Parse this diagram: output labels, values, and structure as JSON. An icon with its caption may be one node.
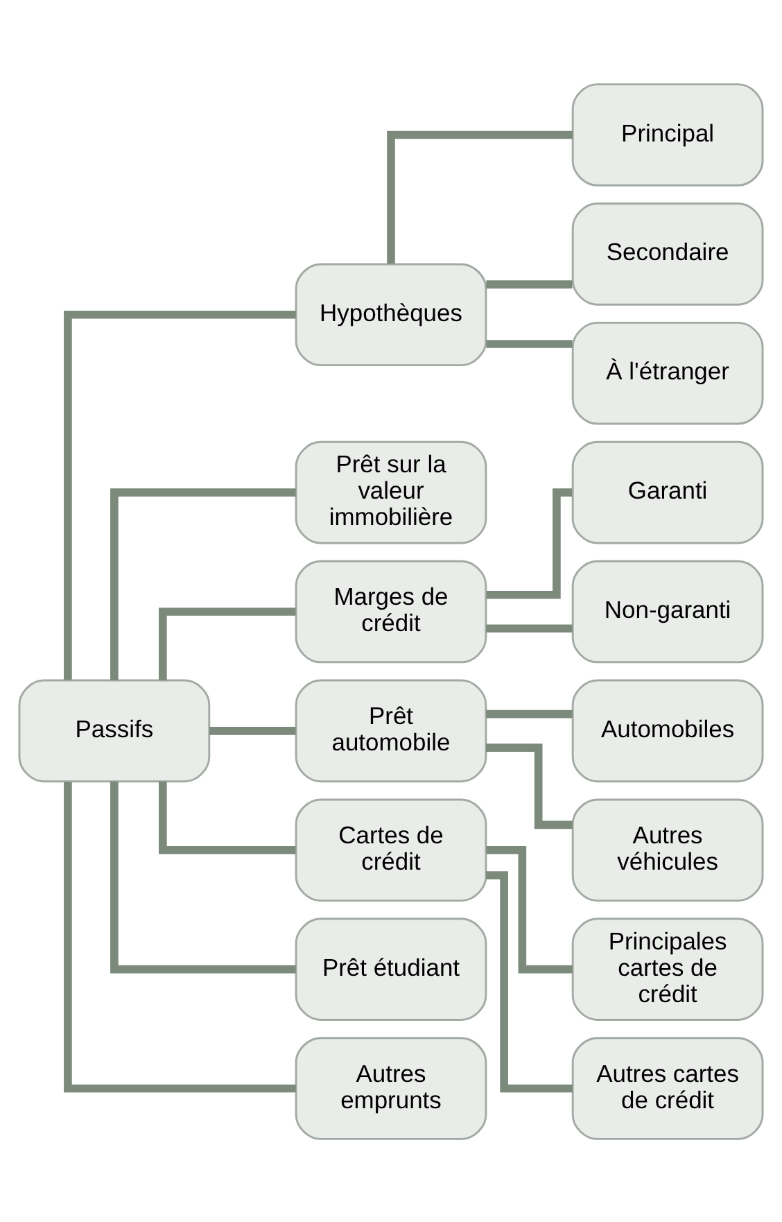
{
  "diagram": {
    "nodes": [
      {
        "text": [
          "Passifs"
        ]
      },
      {
        "text": [
          "Hypothèques"
        ]
      },
      {
        "text": [
          "Principal"
        ]
      },
      {
        "text": [
          "Secondaire"
        ]
      },
      {
        "text": [
          "À l'étranger"
        ]
      },
      {
        "text": [
          "Prêt sur la valeur immobilière"
        ]
      },
      {
        "text": [
          "Marges de crédit"
        ]
      },
      {
        "text": [
          "Garanti"
        ]
      },
      {
        "text": [
          "Non-garanti"
        ]
      },
      {
        "text": [
          "Prêt automobile"
        ]
      },
      {
        "text": [
          "Automobiles"
        ]
      },
      {
        "text": [
          "Autres véhicules"
        ]
      },
      {
        "text": [
          "Cartes de crédit"
        ]
      },
      {
        "text": [
          "Principales cartes de crédit"
        ]
      },
      {
        "text": [
          "Autres cartes de crédit"
        ]
      },
      {
        "text": [
          "Prêt étudiant"
        ]
      },
      {
        "text": [
          "Autres emprunts"
        ]
      }
    ],
    "edges": [
      {
        "from": 0,
        "to": 1,
        "arrow": "none"
      },
      {
        "from": 1,
        "to": 2,
        "arrow": "none"
      },
      {
        "from": 1,
        "to": 3,
        "arrow": "none"
      },
      {
        "from": 1,
        "to": 4,
        "arrow": "none"
      },
      {
        "from": 0,
        "to": 5,
        "arrow": "none"
      },
      {
        "from": 0,
        "to": 6,
        "arrow": "none"
      },
      {
        "from": 6,
        "to": 7,
        "arrow": "none"
      },
      {
        "from": 6,
        "to": 8,
        "arrow": "none"
      },
      {
        "from": 0,
        "to": 9,
        "arrow": "none"
      },
      {
        "from": 9,
        "to": 10,
        "arrow": "none"
      },
      {
        "from": 9,
        "to": 11,
        "arrow": "none"
      },
      {
        "from": 0,
        "to": 12,
        "arrow": "none"
      },
      {
        "from": 12,
        "to": 13,
        "arrow": "none"
      },
      {
        "from": 12,
        "to": 14,
        "arrow": "none"
      },
      {
        "from": 0,
        "to": 15,
        "arrow": "none"
      },
      {
        "from": 0,
        "to": 16,
        "arrow": "none"
      }
    ]
  }
}
